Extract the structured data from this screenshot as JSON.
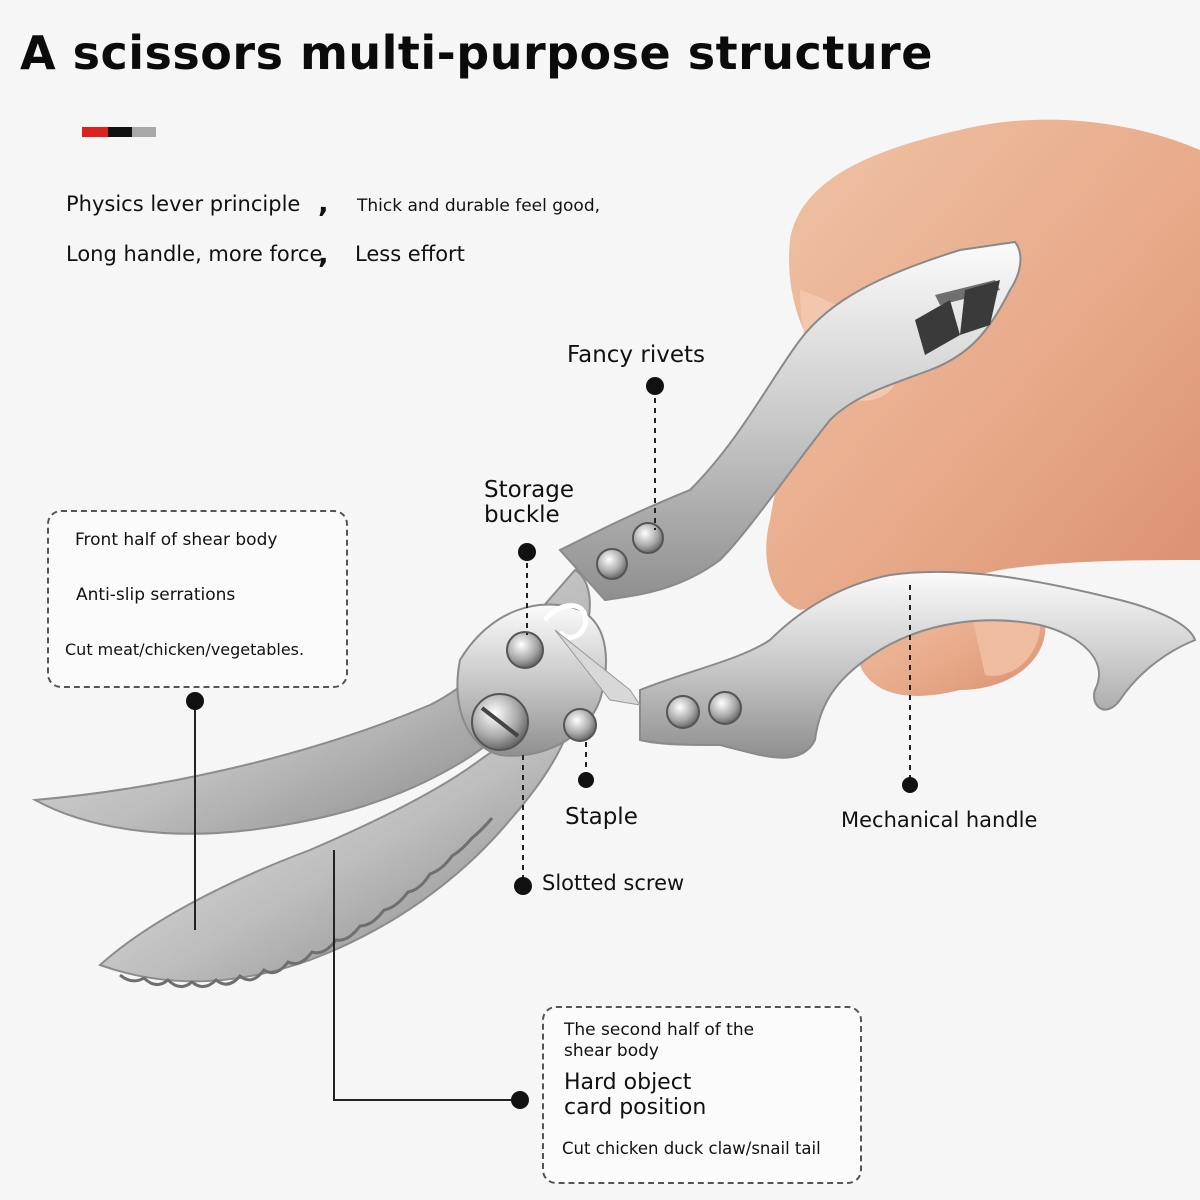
{
  "title": "A scissors multi-purpose structure",
  "accent_colors": [
    "#e0201c",
    "#111111",
    "#a8a8a8"
  ],
  "intro": {
    "line1_left": "Physics lever principle",
    "line1_comma": ",",
    "line1_right": "Thick and durable feel good,",
    "line2_left": "Long handle, more force",
    "line2_comma": ",",
    "line2_right": "Less effort"
  },
  "labels": {
    "fancy_rivets": "Fancy rivets",
    "storage_buckle": "Storage buckle",
    "staple": "Staple",
    "mechanical_handle": "Mechanical handle",
    "slotted_screw": "Slotted screw"
  },
  "front_box": {
    "line1": "Front half of shear body",
    "line2": "Anti-slip serrations",
    "line3": "Cut meat/chicken/vegetables."
  },
  "second_box": {
    "line1": "The second half of the shear body",
    "line2": "Hard object card position",
    "line3": "Cut chicken duck claw/snail tail"
  }
}
